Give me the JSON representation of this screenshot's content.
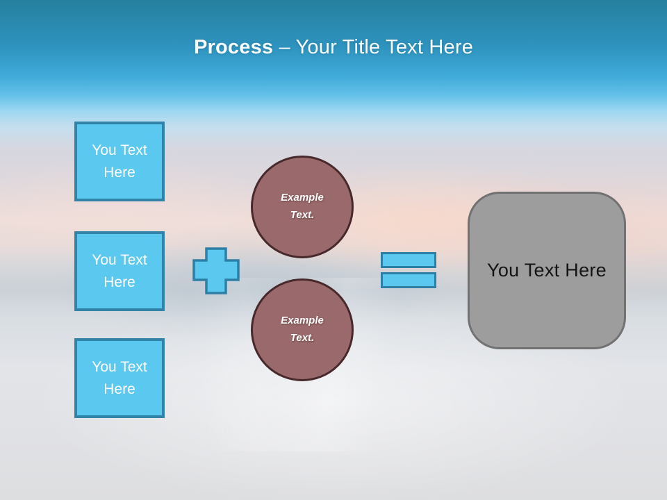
{
  "title": {
    "emphasis": "Process",
    "rest": " – Your Title Text Here",
    "color": "#FFFFFF"
  },
  "input_boxes": [
    {
      "label": "You Text\nHere"
    },
    {
      "label": "You Text\nHere"
    },
    {
      "label": "You Text\nHere"
    }
  ],
  "example_circles": [
    {
      "label": "Example\nText."
    },
    {
      "label": "Example\nText."
    }
  ],
  "operators": [
    {
      "icon": "plus-icon",
      "meaning": "plus"
    },
    {
      "icon": "equals-icon",
      "meaning": "equals"
    }
  ],
  "result_box": {
    "label": "You Text Here"
  },
  "colors": {
    "accent_blue": "#5BC8F0",
    "accent_blue_border": "#2E7FA5",
    "box_border": "#3183A8",
    "circle_fill": "#99696B",
    "circle_border": "#48292B",
    "result_fill": "#9D9D9D",
    "result_border": "#717171",
    "sky_top": "#26809E",
    "sky_mid": "#3FA9D8",
    "sunset_pink": "#F0DEDA",
    "mist_gray": "#E0E1E4"
  }
}
